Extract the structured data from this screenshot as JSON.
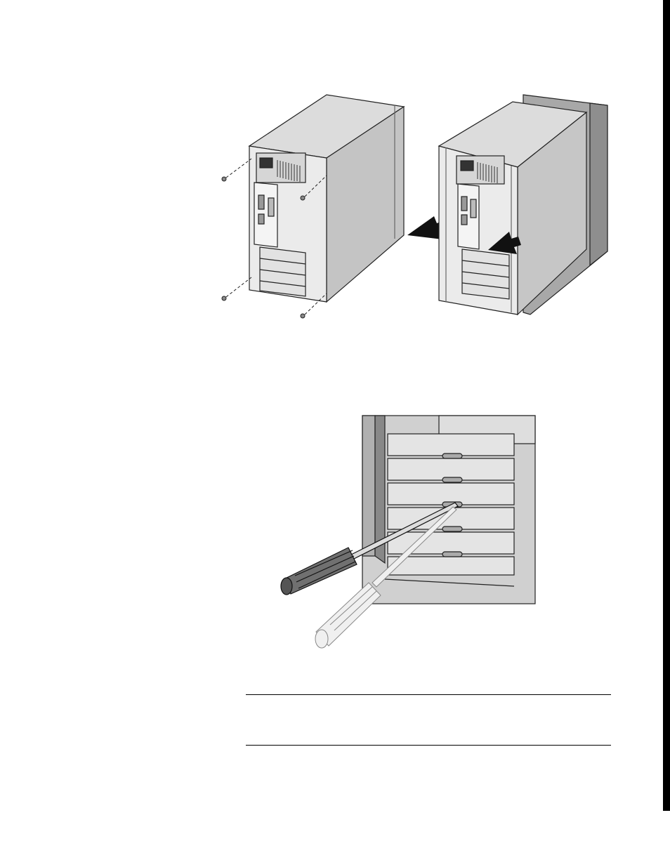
{
  "page": {
    "background": "#ffffff",
    "edge_tab_color": "#000000"
  },
  "figures": [
    {
      "id": "remove-cover",
      "subject": "tower-case-screws-and-cover-removal",
      "icons": [
        "tower-case-icon",
        "screw-icon",
        "arrow-icon"
      ]
    },
    {
      "id": "remove-slot-cover",
      "subject": "screwdriver-removing-expansion-slot-bracket",
      "icons": [
        "screwdriver-icon",
        "slot-cover-icon"
      ]
    }
  ],
  "note_box": {
    "text": ""
  }
}
